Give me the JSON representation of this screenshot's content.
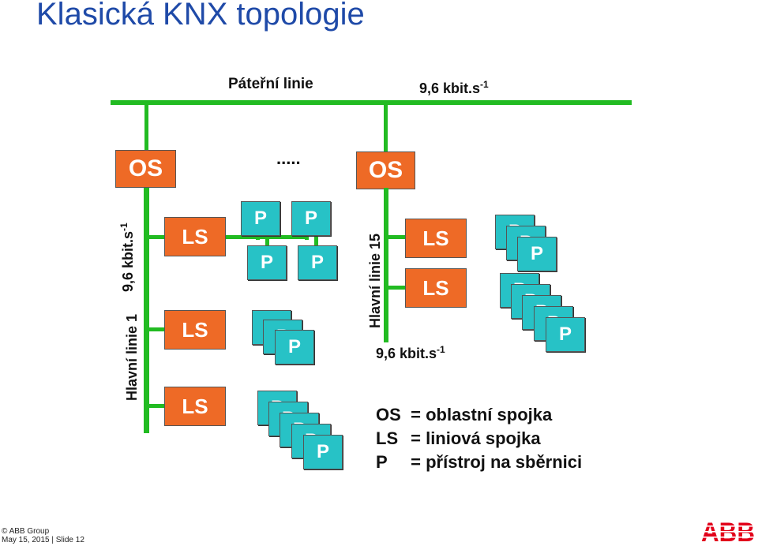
{
  "title": "Klasická KNX topologie",
  "backbone": {
    "label": "Páteřní linie",
    "speed": "9,6 kbit.s",
    "speed_exp": "-1"
  },
  "os_label": "OS",
  "ls_label": "LS",
  "p_label": "P",
  "ellipsis": ".....",
  "line1": {
    "label": "Hlavní linie 1",
    "speed": "9,6 kbit.s",
    "speed_exp": "-1"
  },
  "line15": {
    "label": "Hlavní linie 15",
    "speed": "9,6 kbit.s",
    "speed_exp": "-1"
  },
  "legend": [
    {
      "key": "OS",
      "value": "= oblastní spojka"
    },
    {
      "key": "LS",
      "value": "= liniová spojka"
    },
    {
      "key": "P",
      "value": "= přístroj na sběrnici"
    }
  ],
  "footer": {
    "copyright": "© ABB Group",
    "date_slide": "May 15, 2015 | Slide 12"
  },
  "logo": {
    "text": "ABB",
    "color": "#e2001a"
  },
  "colors": {
    "line": "#22bb22",
    "coupler": "#ee6a26",
    "device": "#27c2c6",
    "title": "#1f4aa8"
  }
}
